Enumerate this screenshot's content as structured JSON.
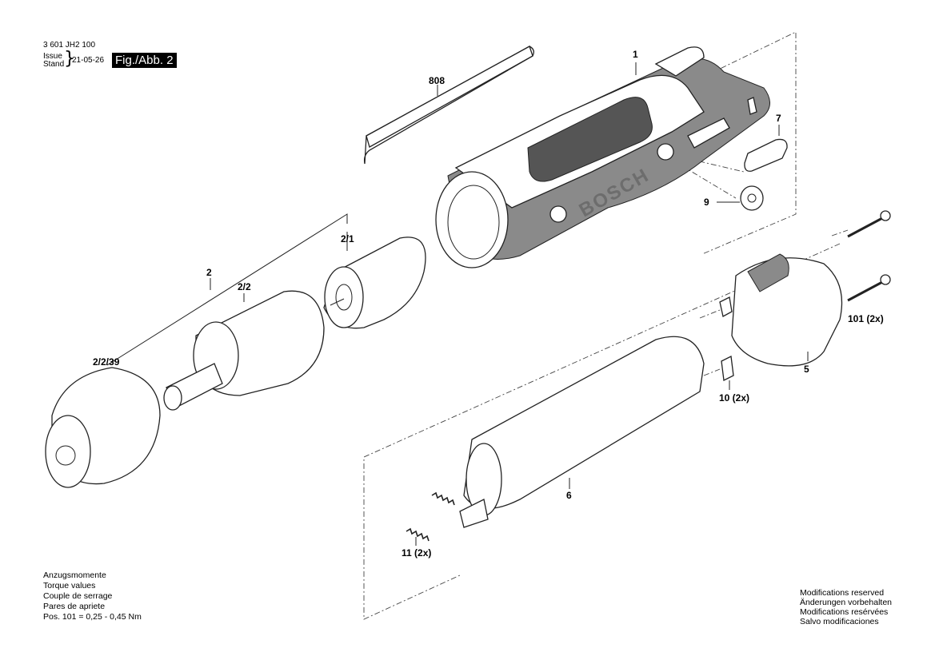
{
  "header": {
    "part_number": "3 601 JH2 100",
    "issue_label": "Issue",
    "stand_label": "Stand",
    "date": "21-05-26",
    "fig_label": "Fig./Abb. 2"
  },
  "labels": {
    "l808": "808",
    "l1": "1",
    "l7": "7",
    "l9": "9",
    "l2_1": "2/1",
    "l2": "2",
    "l2_2": "2/2",
    "l2_2_39": "2/2/39",
    "l101": "101 (2x)",
    "l5": "5",
    "l10": "10 (2x)",
    "l6": "6",
    "l11": "11 (2x)"
  },
  "brand_text": "BOSCH",
  "torque_notes": [
    "Anzugsmomente",
    "Torque values",
    "Couple de serrage",
    "Pares de apriete",
    "Pos. 101  = 0,25 - 0,45 Nm"
  ],
  "modifications": [
    "Modifications reserved",
    "Änderungen vorbehalten",
    "Modifications resérvées",
    "Salvo modificaciones"
  ]
}
